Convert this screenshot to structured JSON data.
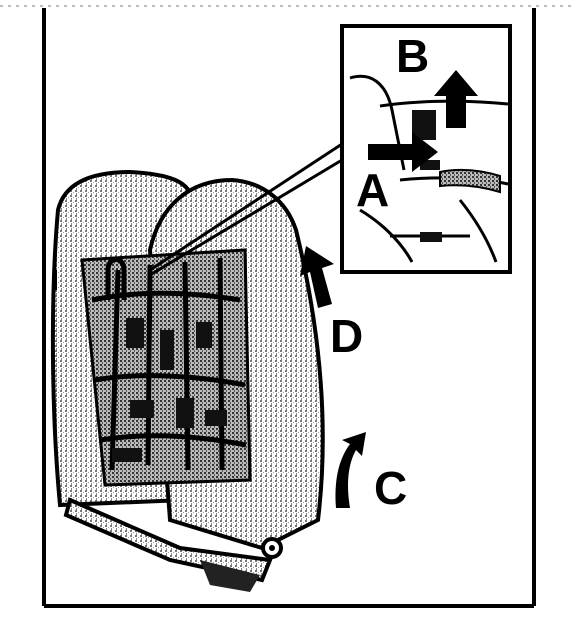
{
  "labels": {
    "a": "A",
    "b": "B",
    "c": "C",
    "d": "D"
  },
  "colors": {
    "ink": "#000000",
    "paper": "#ffffff",
    "stipple": "#8a8a8a"
  }
}
